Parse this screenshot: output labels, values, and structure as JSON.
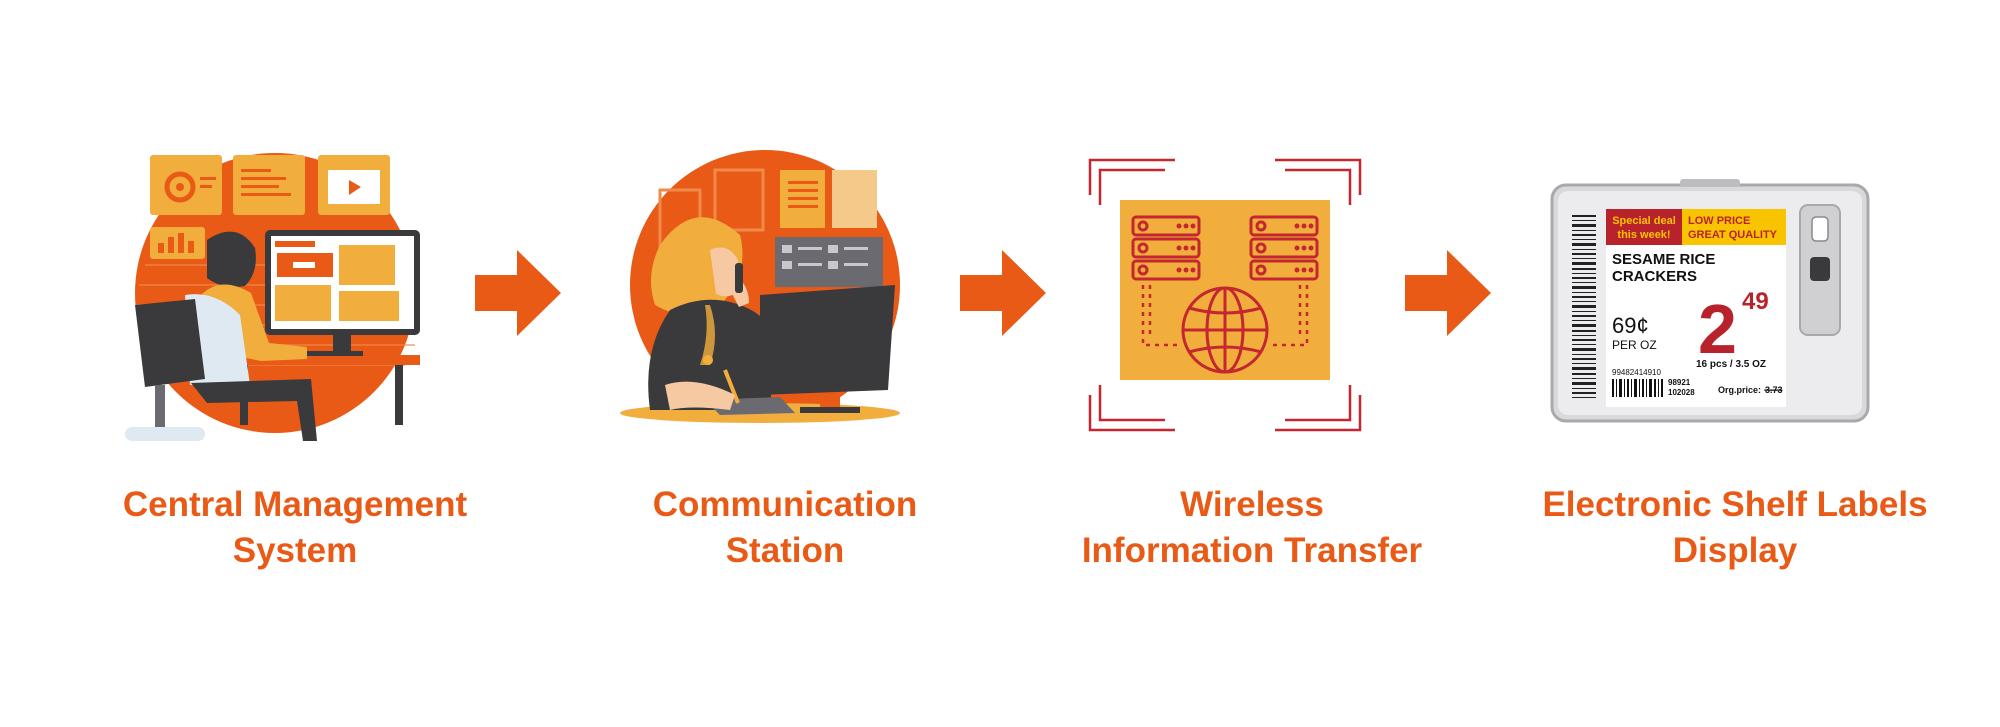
{
  "colors": {
    "orange": "#e95a17",
    "amber": "#f1ae3d",
    "deep_red": "#b8232b",
    "dark": "#3a3a3d",
    "label_yellow": "#f8c400"
  },
  "steps": [
    {
      "title_line1": "Central Management",
      "title_line2": "System",
      "icon": "admin-desk-illustration"
    },
    {
      "title_line1": "Communication",
      "title_line2": "Station",
      "icon": "call-operator-illustration"
    },
    {
      "title_line1": "Wireless",
      "title_line2": "Information Transfer",
      "icon": "server-network-globe-illustration"
    },
    {
      "title_line1": "Electronic Shelf Labels",
      "title_line2": "Display",
      "icon": "shelf-label-device"
    }
  ],
  "arrows": [
    "arrow-right-icon",
    "arrow-right-icon",
    "arrow-right-icon"
  ],
  "esl": {
    "promo_left_line1": "Special deal",
    "promo_left_line2": "this week!",
    "promo_right_line1": "LOW PRICE",
    "promo_right_line2": "GREAT QUALITY",
    "product_line1": "SESAME RICE",
    "product_line2": "CRACKERS",
    "unit_price": "69¢",
    "unit_label": "PER OZ",
    "price_main": "2",
    "price_cents": "49",
    "pack_info": "16 pcs / 3.5 OZ",
    "sku": "99482414910",
    "code1": "98921",
    "code2": "102028",
    "orig_label": "Org.price:",
    "orig_price": "3.73"
  }
}
